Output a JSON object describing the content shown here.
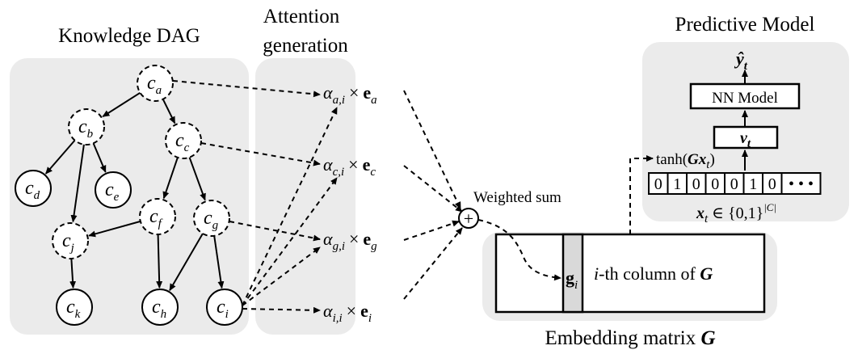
{
  "panels": {
    "dag_title": "Knowledge DAG",
    "attention_title_1": "Attention",
    "attention_title_2": "generation",
    "predictive_title": "Predictive Model",
    "embedding_title": "Embedding matrix"
  },
  "embedding_symbol": "G",
  "nodes": [
    {
      "id": "a",
      "base": "c",
      "sub": "a",
      "dashed": true
    },
    {
      "id": "b",
      "base": "c",
      "sub": "b",
      "dashed": true
    },
    {
      "id": "c",
      "base": "c",
      "sub": "c",
      "dashed": true
    },
    {
      "id": "d",
      "base": "c",
      "sub": "d",
      "dashed": false
    },
    {
      "id": "e",
      "base": "c",
      "sub": "e",
      "dashed": false
    },
    {
      "id": "f",
      "base": "c",
      "sub": "f",
      "dashed": true
    },
    {
      "id": "g",
      "base": "c",
      "sub": "g",
      "dashed": true
    },
    {
      "id": "j",
      "base": "c",
      "sub": "j",
      "dashed": true
    },
    {
      "id": "k",
      "base": "c",
      "sub": "k",
      "dashed": false
    },
    {
      "id": "h",
      "base": "c",
      "sub": "h",
      "dashed": false
    },
    {
      "id": "i",
      "base": "c",
      "sub": "i",
      "dashed": false
    }
  ],
  "edges": [
    [
      "a",
      "b"
    ],
    [
      "a",
      "c"
    ],
    [
      "b",
      "d"
    ],
    [
      "b",
      "e"
    ],
    [
      "b",
      "j"
    ],
    [
      "c",
      "f"
    ],
    [
      "c",
      "g"
    ],
    [
      "f",
      "j"
    ],
    [
      "f",
      "h"
    ],
    [
      "g",
      "h"
    ],
    [
      "g",
      "i"
    ],
    [
      "j",
      "k"
    ]
  ],
  "attention_terms": [
    {
      "alpha": "α",
      "sub": "a,i",
      "times": "×",
      "e": "e",
      "esub": "a"
    },
    {
      "alpha": "α",
      "sub": "c,i",
      "times": "×",
      "e": "e",
      "esub": "c"
    },
    {
      "alpha": "α",
      "sub": "g,i",
      "times": "×",
      "e": "e",
      "esub": "g"
    },
    {
      "alpha": "α",
      "sub": "i,i",
      "times": "×",
      "e": "e",
      "esub": "i"
    }
  ],
  "weighted_sum_label": "Weighted sum",
  "plus_symbol": "+",
  "g_column": {
    "symbol": "g",
    "sub": "i"
  },
  "column_caption": {
    "prefix": "i",
    "mid": "-th column of ",
    "matrix": "G"
  },
  "predictive": {
    "output": {
      "symbol": "ŷ",
      "sub": "t"
    },
    "nn_model": "NN Model",
    "v": {
      "symbol": "v",
      "sub": "t"
    },
    "tanh": {
      "pre": "tanh(",
      "g": "G",
      "x": "x",
      "sub": "t",
      "post": ")"
    },
    "bits": [
      "0",
      "1",
      "0",
      "0",
      "0",
      "1",
      "0",
      "• • •"
    ],
    "x_label": {
      "x": "x",
      "sub": "t",
      "rest": " ∈ {0,1}",
      "sup": "|C|"
    }
  }
}
